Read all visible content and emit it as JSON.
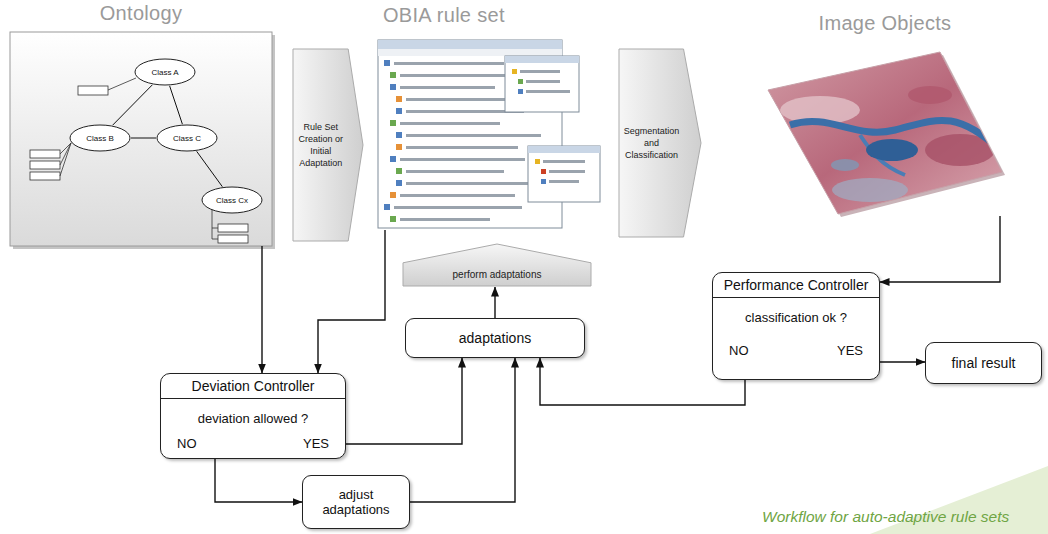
{
  "diagram": {
    "caption": "Workflow for auto-adaptive rule sets",
    "nodes": [
      {
        "text": [
          "Ontology"
        ]
      },
      {
        "text": [
          "Class A"
        ],
        "in": 0
      },
      {
        "text": [
          "Class B"
        ],
        "in": 0
      },
      {
        "text": [
          "Class C"
        ],
        "in": 0
      },
      {
        "text": [
          "Class Cx"
        ],
        "in": 0
      },
      {
        "text": [
          "Rule Set Creation or Initial Adaptation"
        ]
      },
      {
        "text": [
          "OBIA rule set"
        ]
      },
      {
        "text": [
          "perform adaptations"
        ]
      },
      {
        "text": [
          "Segmentation and Classification"
        ]
      },
      {
        "text": [
          "Image Objects"
        ]
      },
      {
        "text": [
          "Deviation Controller",
          "deviation allowed ?",
          "NO",
          "YES"
        ]
      },
      {
        "text": [
          "adaptations"
        ]
      },
      {
        "text": [
          "Performance Controller",
          "classification ok ?",
          "NO",
          "YES"
        ]
      },
      {
        "text": [
          "final result"
        ]
      },
      {
        "text": [
          "adjust adaptations"
        ]
      }
    ],
    "edges": [
      {
        "from": 1,
        "to": 2,
        "arrow": "none"
      },
      {
        "from": 1,
        "to": 3,
        "arrow": "none"
      },
      {
        "from": 2,
        "to": 3,
        "arrow": "none"
      },
      {
        "from": 3,
        "to": 4,
        "arrow": "none"
      },
      {
        "from": 0,
        "to": 10,
        "arrow": "to"
      },
      {
        "from": 6,
        "to": 10,
        "arrow": "to"
      },
      {
        "from": 9,
        "to": 12,
        "arrow": "to"
      },
      {
        "from": 10,
        "to": 11,
        "arrow": "to"
      },
      {
        "from": 10,
        "to": 14,
        "arrow": "to"
      },
      {
        "from": 14,
        "to": 11,
        "arrow": "to"
      },
      {
        "from": 12,
        "to": 11,
        "arrow": "to"
      },
      {
        "from": 12,
        "to": 13,
        "arrow": "to"
      },
      {
        "from": 11,
        "to": 7,
        "arrow": "to"
      }
    ]
  }
}
